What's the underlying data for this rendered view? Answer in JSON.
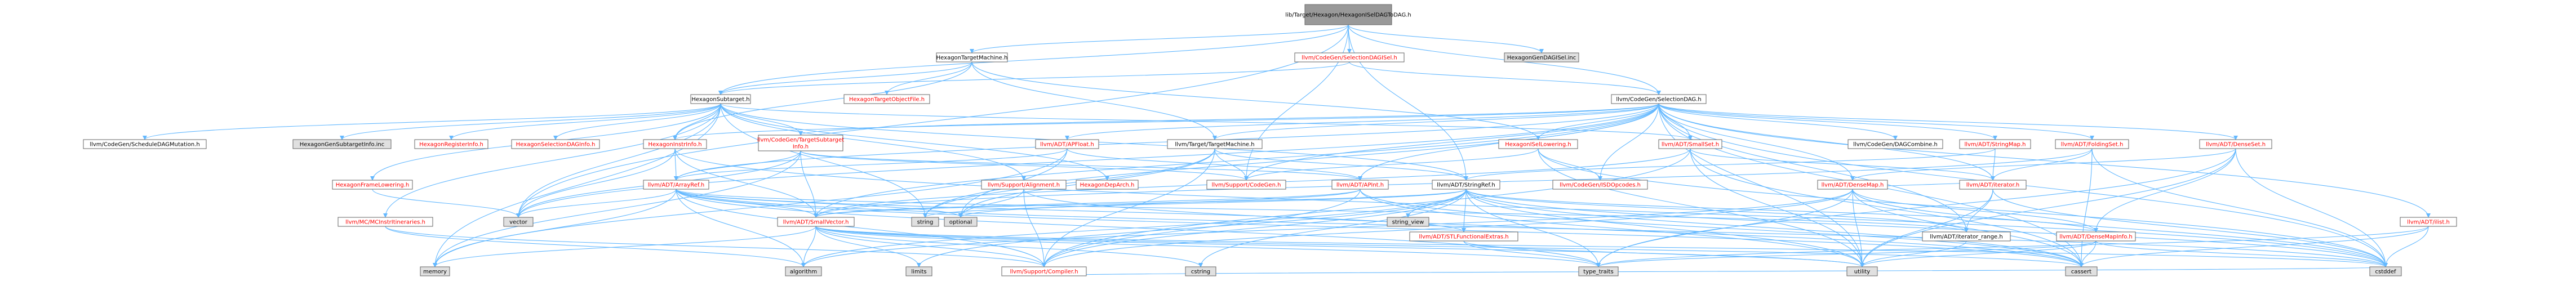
{
  "graph": {
    "colors": {
      "focus_fill": "#999999",
      "focus_text": "#000000",
      "doc_fill": "#ffffff",
      "doc_text": "#000000",
      "missing_fill": "#ffffff",
      "missing_text": "#ff0000",
      "system_fill": "#e0e0e0",
      "system_text": "#000000",
      "border": "#666666",
      "edge": "#63b8ff"
    },
    "nodes": [
      {
        "id": "root",
        "label": "lib/Target/Hexagon/HexagonISelDAGToDAG.h",
        "kind": "focus"
      },
      {
        "id": "htm",
        "label": "HexagonTargetMachine.h",
        "kind": "doc"
      },
      {
        "id": "cgsdi",
        "label": "llvm/CodeGen/SelectionDAGISel.h",
        "kind": "missing"
      },
      {
        "id": "hgdi",
        "label": "HexagonGenDAGISel.inc",
        "kind": "system"
      },
      {
        "id": "hst",
        "label": "HexagonSubtarget.h",
        "kind": "doc"
      },
      {
        "id": "htof",
        "label": "HexagonTargetObjectFile.h",
        "kind": "missing"
      },
      {
        "id": "cgsd",
        "label": "llvm/CodeGen/SelectionDAG.h",
        "kind": "doc"
      },
      {
        "id": "sdm",
        "label": "llvm/CodeGen/ScheduleDAGMutation.h",
        "kind": "doc"
      },
      {
        "id": "hgsi",
        "label": "HexagonGenSubtargetInfo.inc",
        "kind": "system"
      },
      {
        "id": "hri",
        "label": "HexagonRegisterInfo.h",
        "kind": "missing"
      },
      {
        "id": "hsi",
        "label": "HexagonSelectionDAGInfo.h",
        "kind": "missing"
      },
      {
        "id": "hii",
        "label": "HexagonInstrInfo.h",
        "kind": "missing"
      },
      {
        "id": "cgtsi",
        "label": "llvm/CodeGen/TargetSubtarget\nInfo.h",
        "kind": "missing"
      },
      {
        "id": "apf",
        "label": "llvm/ADT/APFloat.h",
        "kind": "missing"
      },
      {
        "id": "ttm",
        "label": "llvm/Target/TargetMachine.h",
        "kind": "doc"
      },
      {
        "id": "hisl",
        "label": "HexagonISelLowering.h",
        "kind": "missing"
      },
      {
        "id": "sms",
        "label": "llvm/ADT/SmallSet.h",
        "kind": "missing"
      },
      {
        "id": "dagc",
        "label": "llvm/CodeGen/DAGCombine.h",
        "kind": "doc"
      },
      {
        "id": "strm",
        "label": "llvm/ADT/StringMap.h",
        "kind": "missing"
      },
      {
        "id": "fs",
        "label": "llvm/ADT/FoldingSet.h",
        "kind": "missing"
      },
      {
        "id": "dset",
        "label": "llvm/ADT/DenseSet.h",
        "kind": "missing"
      },
      {
        "id": "hfl",
        "label": "HexagonFrameLowering.h",
        "kind": "missing"
      },
      {
        "id": "ar",
        "label": "llvm/ADT/ArrayRef.h",
        "kind": "missing"
      },
      {
        "id": "sa",
        "label": "llvm/Support/Alignment.h",
        "kind": "missing"
      },
      {
        "id": "hda",
        "label": "HexagonDepArch.h",
        "kind": "missing"
      },
      {
        "id": "scg",
        "label": "llvm/Support/CodeGen.h",
        "kind": "missing"
      },
      {
        "id": "api",
        "label": "llvm/ADT/APInt.h",
        "kind": "missing"
      },
      {
        "id": "sr",
        "label": "llvm/ADT/StringRef.h",
        "kind": "doc"
      },
      {
        "id": "isdo",
        "label": "llvm/CodeGen/ISDOpcodes.h",
        "kind": "missing"
      },
      {
        "id": "dm",
        "label": "llvm/ADT/DenseMap.h",
        "kind": "missing"
      },
      {
        "id": "it",
        "label": "llvm/ADT/iterator.h",
        "kind": "missing"
      },
      {
        "id": "ilist",
        "label": "llvm/ADT/ilist.h",
        "kind": "missing"
      },
      {
        "id": "vec",
        "label": "vector",
        "kind": "system"
      },
      {
        "id": "mcii",
        "label": "llvm/MC/MCInstrItineraries.h",
        "kind": "missing"
      },
      {
        "id": "sv",
        "label": "llvm/ADT/SmallVector.h",
        "kind": "missing"
      },
      {
        "id": "str",
        "label": "string",
        "kind": "system"
      },
      {
        "id": "opt",
        "label": "optional",
        "kind": "system"
      },
      {
        "id": "sview",
        "label": "string_view",
        "kind": "system"
      },
      {
        "id": "stl",
        "label": "llvm/ADT/STLFunctionalExtras.h",
        "kind": "missing"
      },
      {
        "id": "itr",
        "label": "llvm/ADT/iterator_range.h",
        "kind": "doc"
      },
      {
        "id": "dmi",
        "label": "llvm/ADT/DenseMapInfo.h",
        "kind": "missing"
      },
      {
        "id": "mem",
        "label": "memory",
        "kind": "system"
      },
      {
        "id": "alg",
        "label": "algorithm",
        "kind": "system"
      },
      {
        "id": "lim",
        "label": "limits",
        "kind": "system"
      },
      {
        "id": "cstr",
        "label": "cstring",
        "kind": "system"
      },
      {
        "id": "comp",
        "label": "llvm/Support/Compiler.h",
        "kind": "missing"
      },
      {
        "id": "tt",
        "label": "type_traits",
        "kind": "system"
      },
      {
        "id": "util",
        "label": "utility",
        "kind": "system"
      },
      {
        "id": "cas",
        "label": "cassert",
        "kind": "system"
      },
      {
        "id": "cdef",
        "label": "cstddef",
        "kind": "system"
      }
    ],
    "edges": [
      [
        "root",
        "htm"
      ],
      [
        "root",
        "cgsdi"
      ],
      [
        "root",
        "hgdi"
      ],
      [
        "root",
        "hst"
      ],
      [
        "root",
        "cgsd"
      ],
      [
        "root",
        "vec"
      ],
      [
        "root",
        "scg"
      ],
      [
        "root",
        "sr"
      ],
      [
        "htm",
        "hst"
      ],
      [
        "htm",
        "htof"
      ],
      [
        "htm",
        "ttm"
      ],
      [
        "htm",
        "hii"
      ],
      [
        "htm",
        "hisl"
      ],
      [
        "cgsdi",
        "cgsd"
      ],
      [
        "cgsdi",
        "hst"
      ],
      [
        "hst",
        "sdm"
      ],
      [
        "hst",
        "hgsi"
      ],
      [
        "hst",
        "hri"
      ],
      [
        "hst",
        "hsi"
      ],
      [
        "hst",
        "hii"
      ],
      [
        "hst",
        "cgtsi"
      ],
      [
        "hst",
        "hfl"
      ],
      [
        "hst",
        "hda"
      ],
      [
        "hst",
        "sms"
      ],
      [
        "hst",
        "sr"
      ],
      [
        "hst",
        "mem"
      ],
      [
        "hst",
        "vec"
      ],
      [
        "hst",
        "str"
      ],
      [
        "hst",
        "mcii"
      ],
      [
        "hst",
        "sa"
      ],
      [
        "cgsd",
        "apf"
      ],
      [
        "cgsd",
        "ttm"
      ],
      [
        "cgsd",
        "sms"
      ],
      [
        "cgsd",
        "dagc"
      ],
      [
        "cgsd",
        "strm"
      ],
      [
        "cgsd",
        "fs"
      ],
      [
        "cgsd",
        "dset"
      ],
      [
        "cgsd",
        "isdo"
      ],
      [
        "cgsd",
        "dm"
      ],
      [
        "cgsd",
        "it"
      ],
      [
        "cgsd",
        "ilist"
      ],
      [
        "cgsd",
        "ar"
      ],
      [
        "cgsd",
        "api"
      ],
      [
        "cgsd",
        "sv"
      ],
      [
        "cgsd",
        "scg"
      ],
      [
        "cgsd",
        "cas"
      ],
      [
        "cgsd",
        "cdef"
      ],
      [
        "cgsd",
        "util"
      ],
      [
        "cgsd",
        "itr"
      ],
      [
        "cgsd",
        "vec"
      ],
      [
        "cgsd",
        "str"
      ],
      [
        "cgsd",
        "hii"
      ],
      [
        "cgsd",
        "cgtsi"
      ],
      [
        "cgsd",
        "hisl"
      ],
      [
        "hii",
        "ar"
      ],
      [
        "hii",
        "sv"
      ],
      [
        "hii",
        "vec"
      ],
      [
        "hii",
        "cdef"
      ],
      [
        "cgtsi",
        "ar"
      ],
      [
        "cgtsi",
        "sv"
      ],
      [
        "cgtsi",
        "scg"
      ],
      [
        "cgtsi",
        "vec"
      ],
      [
        "cgtsi",
        "mem"
      ],
      [
        "cgtsi",
        "api"
      ],
      [
        "apf",
        "ar"
      ],
      [
        "apf",
        "api"
      ],
      [
        "apf",
        "mem"
      ],
      [
        "apf",
        "opt"
      ],
      [
        "ttm",
        "scg"
      ],
      [
        "ttm",
        "sr"
      ],
      [
        "ttm",
        "comp"
      ],
      [
        "ttm",
        "opt"
      ],
      [
        "ttm",
        "str"
      ],
      [
        "hisl",
        "isdo"
      ],
      [
        "hisl",
        "cdef"
      ],
      [
        "hisl",
        "util"
      ],
      [
        "hisl",
        "scg"
      ],
      [
        "sms",
        "it"
      ],
      [
        "sms",
        "sv"
      ],
      [
        "sms",
        "cas"
      ],
      [
        "sms",
        "util"
      ],
      [
        "sms",
        "comp"
      ],
      [
        "strm",
        "sr"
      ],
      [
        "strm",
        "it"
      ],
      [
        "fs",
        "sv"
      ],
      [
        "fs",
        "it"
      ],
      [
        "fs",
        "cas"
      ],
      [
        "fs",
        "cdef"
      ],
      [
        "dset",
        "dm"
      ],
      [
        "dset",
        "dmi"
      ],
      [
        "dset",
        "cdef"
      ],
      [
        "dset",
        "util"
      ],
      [
        "dset",
        "tt"
      ],
      [
        "hfl",
        "vec"
      ],
      [
        "ar",
        "sv"
      ],
      [
        "ar",
        "mem"
      ],
      [
        "ar",
        "alg"
      ],
      [
        "ar",
        "vec"
      ],
      [
        "ar",
        "tt"
      ],
      [
        "ar",
        "cas"
      ],
      [
        "ar",
        "cdef"
      ],
      [
        "ar",
        "opt"
      ],
      [
        "ar",
        "comp"
      ],
      [
        "ar",
        "itr"
      ],
      [
        "ar",
        "stl"
      ],
      [
        "sa",
        "cas"
      ],
      [
        "sa",
        "opt"
      ],
      [
        "sa",
        "comp"
      ],
      [
        "api",
        "sv"
      ],
      [
        "api",
        "comp"
      ],
      [
        "api",
        "util"
      ],
      [
        "api",
        "opt"
      ],
      [
        "api",
        "cas"
      ],
      [
        "sr",
        "sv"
      ],
      [
        "sr",
        "str"
      ],
      [
        "sr",
        "sview"
      ],
      [
        "sr",
        "alg"
      ],
      [
        "sr",
        "cas"
      ],
      [
        "sr",
        "cdef"
      ],
      [
        "sr",
        "cstr"
      ],
      [
        "sr",
        "lim"
      ],
      [
        "sr",
        "tt"
      ],
      [
        "sr",
        "util"
      ],
      [
        "sr",
        "stl"
      ],
      [
        "sr",
        "comp"
      ],
      [
        "sr",
        "itr"
      ],
      [
        "sr",
        "dmi"
      ],
      [
        "dm",
        "dmi"
      ],
      [
        "dm",
        "it"
      ],
      [
        "dm",
        "cas"
      ],
      [
        "dm",
        "cdef"
      ],
      [
        "dm",
        "util"
      ],
      [
        "dm",
        "tt"
      ],
      [
        "dm",
        "alg"
      ],
      [
        "dm",
        "comp"
      ],
      [
        "it",
        "itr"
      ],
      [
        "it",
        "cdef"
      ],
      [
        "it",
        "util"
      ],
      [
        "ilist",
        "cdef"
      ],
      [
        "ilist",
        "cas"
      ],
      [
        "ilist",
        "tt"
      ],
      [
        "mcii",
        "alg"
      ],
      [
        "mcii",
        "comp"
      ],
      [
        "sv",
        "alg"
      ],
      [
        "sv",
        "cas"
      ],
      [
        "sv",
        "cdef"
      ],
      [
        "sv",
        "mem"
      ],
      [
        "sv",
        "comp"
      ],
      [
        "sv",
        "tt"
      ],
      [
        "sv",
        "util"
      ],
      [
        "sv",
        "lim"
      ],
      [
        "sv",
        "cstr"
      ],
      [
        "stl",
        "tt"
      ],
      [
        "stl",
        "util"
      ],
      [
        "itr",
        "util"
      ],
      [
        "dmi",
        "cas"
      ],
      [
        "dmi",
        "cdef"
      ],
      [
        "dmi",
        "util"
      ],
      [
        "dmi",
        "tt"
      ],
      [
        "comp",
        "cdef"
      ]
    ]
  }
}
